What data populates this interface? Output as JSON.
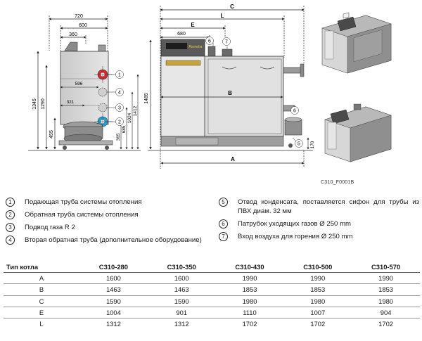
{
  "figure": {
    "code": "C310_F0001B",
    "side_view": {
      "top_dims": [
        "720",
        "600",
        "360"
      ],
      "vertical_dims": [
        "1345",
        "1290",
        "455"
      ],
      "inner_dims": [
        "596",
        "321",
        "365",
        "685",
        "1024",
        "1412"
      ]
    },
    "front_view": {
      "letters": [
        "C",
        "L",
        "E",
        "B",
        "A"
      ],
      "dims": [
        "680",
        "1485",
        "170"
      ],
      "brand": "Remeha"
    },
    "callouts": [
      "1",
      "2",
      "3",
      "4",
      "5",
      "6",
      "7"
    ]
  },
  "legend": [
    {
      "num": "1",
      "text": "Подающая труба системы отопления"
    },
    {
      "num": "2",
      "text": "Обратная труба системы отопления"
    },
    {
      "num": "3",
      "text": "Подвод газа R 2"
    },
    {
      "num": "4",
      "text": "Вторая обратная труба (дополнительное оборудование)"
    },
    {
      "num": "5",
      "text": "Отвод конденсата, поставляется сифон для трубы из ПВХ диам. 32 мм"
    },
    {
      "num": "6",
      "text": "Патрубок уходящих газов Ø 250 mm"
    },
    {
      "num": "7",
      "text": "Вход воздуха для горения Ø 250 mm"
    }
  ],
  "table": {
    "header": [
      "Тип котла",
      "C310-280",
      "C310-350",
      "C310-430",
      "C310-500",
      "C310-570"
    ],
    "rows": [
      [
        "A",
        "1600",
        "1600",
        "1990",
        "1990",
        "1990"
      ],
      [
        "B",
        "1463",
        "1463",
        "1853",
        "1853",
        "1853"
      ],
      [
        "C",
        "1590",
        "1590",
        "1980",
        "1980",
        "1980"
      ],
      [
        "E",
        "1004",
        "901",
        "1110",
        "1007",
        "904"
      ],
      [
        "L",
        "1312",
        "1312",
        "1702",
        "1702",
        "1702"
      ]
    ]
  }
}
